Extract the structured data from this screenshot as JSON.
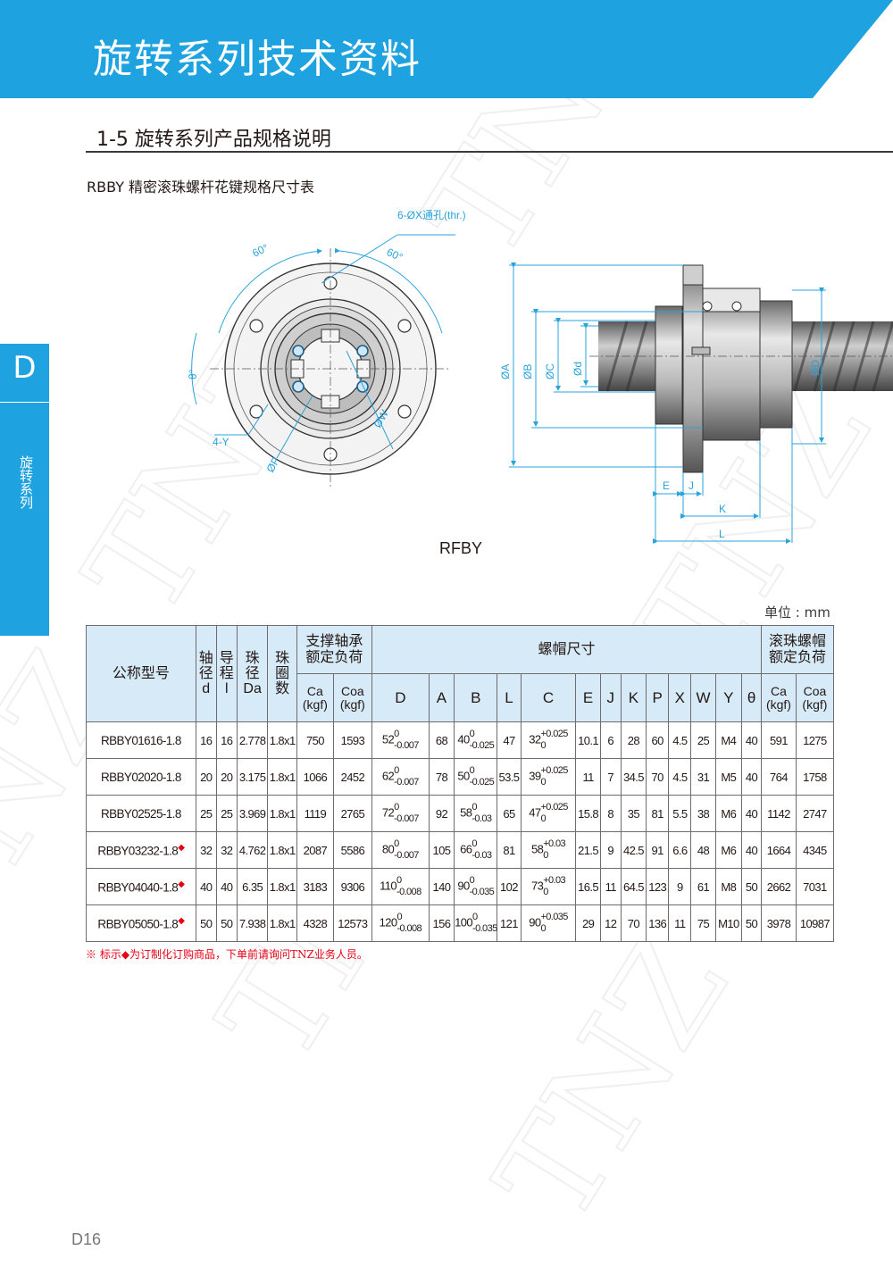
{
  "header": {
    "title": "旋转系列技术资料"
  },
  "side_tab": {
    "letter": "D",
    "label": "旋转系列"
  },
  "section": {
    "title": "1-5 旋转系列产品规格说明"
  },
  "subtitle": "RBBY 精密滚珠螺杆花键规格尺寸表",
  "drawing": {
    "name": "RFBY",
    "labels": {
      "holes": "6-ØX通孔(thr.)",
      "angle1": "60°",
      "angle2": "60°",
      "theta": "θ°",
      "y": "4-Y",
      "p": "ØP",
      "w": "ØW",
      "a": "ØA",
      "b": "ØB",
      "c": "ØC",
      "d": "Ød",
      "dd": "ØD",
      "e": "E",
      "j": "J",
      "k": "K",
      "l": "L"
    }
  },
  "unit": "单位 : mm",
  "table": {
    "headers": {
      "model": "公称型号",
      "shaft_dia": "轴径d",
      "lead": "导程l",
      "ball_dia": "珠径Da",
      "circuits": "珠圈数",
      "support_bearing": "支撑轴承额定负荷",
      "nut_dims": "螺帽尺寸",
      "ball_nut_load": "滚珠螺帽额定负荷",
      "ca": "Ca",
      "coa": "Coa",
      "kgf": "(kgf)",
      "D": "D",
      "A": "A",
      "B": "B",
      "L": "L",
      "C": "C",
      "E": "E",
      "J": "J",
      "K": "K",
      "P": "P",
      "X": "X",
      "W": "W",
      "Y": "Y",
      "theta": "θ"
    },
    "header_vertical": {
      "shaft_dia": [
        "轴",
        "径",
        "d"
      ],
      "lead": [
        "导",
        "程",
        "l"
      ],
      "ball_dia": [
        "珠",
        "径",
        "Da"
      ],
      "circuits": [
        "珠",
        "圈",
        "数"
      ]
    },
    "rows": [
      {
        "model": "RBBY01616-1.8",
        "custom": false,
        "d": "16",
        "l": "16",
        "Da": "2.778",
        "circ": "1.8x1",
        "ca1": "750",
        "coa1": "1593",
        "D": "52",
        "D_up": "0",
        "D_lo": "-0.007",
        "A": "68",
        "B": "40",
        "B_up": "0",
        "B_lo": "-0.025",
        "L": "47",
        "C": "32",
        "C_up": "+0.025",
        "C_lo": "0",
        "E": "10.1",
        "J": "6",
        "K": "28",
        "P": "60",
        "X": "4.5",
        "W": "25",
        "Y": "M4",
        "theta": "40",
        "ca2": "591",
        "coa2": "1275"
      },
      {
        "model": "RBBY02020-1.8",
        "custom": false,
        "d": "20",
        "l": "20",
        "Da": "3.175",
        "circ": "1.8x1",
        "ca1": "1066",
        "coa1": "2452",
        "D": "62",
        "D_up": "0",
        "D_lo": "-0.007",
        "A": "78",
        "B": "50",
        "B_up": "0",
        "B_lo": "-0.025",
        "L": "53.5",
        "C": "39",
        "C_up": "+0.025",
        "C_lo": "0",
        "E": "11",
        "J": "7",
        "K": "34.5",
        "P": "70",
        "X": "4.5",
        "W": "31",
        "Y": "M5",
        "theta": "40",
        "ca2": "764",
        "coa2": "1758"
      },
      {
        "model": "RBBY02525-1.8",
        "custom": false,
        "d": "25",
        "l": "25",
        "Da": "3.969",
        "circ": "1.8x1",
        "ca1": "1119",
        "coa1": "2765",
        "D": "72",
        "D_up": "0",
        "D_lo": "-0.007",
        "A": "92",
        "B": "58",
        "B_up": "0",
        "B_lo": "-0.03",
        "L": "65",
        "C": "47",
        "C_up": "+0.025",
        "C_lo": "0",
        "E": "15.8",
        "J": "8",
        "K": "35",
        "P": "81",
        "X": "5.5",
        "W": "38",
        "Y": "M6",
        "theta": "40",
        "ca2": "1142",
        "coa2": "2747"
      },
      {
        "model": "RBBY03232-1.8",
        "custom": true,
        "d": "32",
        "l": "32",
        "Da": "4.762",
        "circ": "1.8x1",
        "ca1": "2087",
        "coa1": "5586",
        "D": "80",
        "D_up": "0",
        "D_lo": "-0.007",
        "A": "105",
        "B": "66",
        "B_up": "0",
        "B_lo": "-0.03",
        "L": "81",
        "C": "58",
        "C_up": "+0.03",
        "C_lo": "0",
        "E": "21.5",
        "J": "9",
        "K": "42.5",
        "P": "91",
        "X": "6.6",
        "W": "48",
        "Y": "M6",
        "theta": "40",
        "ca2": "1664",
        "coa2": "4345"
      },
      {
        "model": "RBBY04040-1.8",
        "custom": true,
        "d": "40",
        "l": "40",
        "Da": "6.35",
        "circ": "1.8x1",
        "ca1": "3183",
        "coa1": "9306",
        "D": "110",
        "D_up": "0",
        "D_lo": "-0.008",
        "A": "140",
        "B": "90",
        "B_up": "0",
        "B_lo": "-0.035",
        "L": "102",
        "C": "73",
        "C_up": "+0.03",
        "C_lo": "0",
        "E": "16.5",
        "J": "11",
        "K": "64.5",
        "P": "123",
        "X": "9",
        "W": "61",
        "Y": "M8",
        "theta": "50",
        "ca2": "2662",
        "coa2": "7031"
      },
      {
        "model": "RBBY05050-1.8",
        "custom": true,
        "d": "50",
        "l": "50",
        "Da": "7.938",
        "circ": "1.8x1",
        "ca1": "4328",
        "coa1": "12573",
        "D": "120",
        "D_up": "0",
        "D_lo": "-0.008",
        "A": "156",
        "B": "100",
        "B_up": "0",
        "B_lo": "-0.035",
        "L": "121",
        "C": "90",
        "C_up": "+0.035",
        "C_lo": "0",
        "E": "29",
        "J": "12",
        "K": "70",
        "P": "136",
        "X": "11",
        "W": "75",
        "Y": "M10",
        "theta": "50",
        "ca2": "3978",
        "coa2": "10987"
      }
    ],
    "custom_mark": "◆"
  },
  "note": "※ 标示◆为订制化订购商品，下单前请询问TNZ业务人员。",
  "page_number": "D16",
  "watermark": "TNZ",
  "colors": {
    "brand_blue": "#1ea2e0",
    "header_fill": "#d6eaf7",
    "mark_red": "#e60012",
    "dim_blue": "#29a3dc"
  }
}
